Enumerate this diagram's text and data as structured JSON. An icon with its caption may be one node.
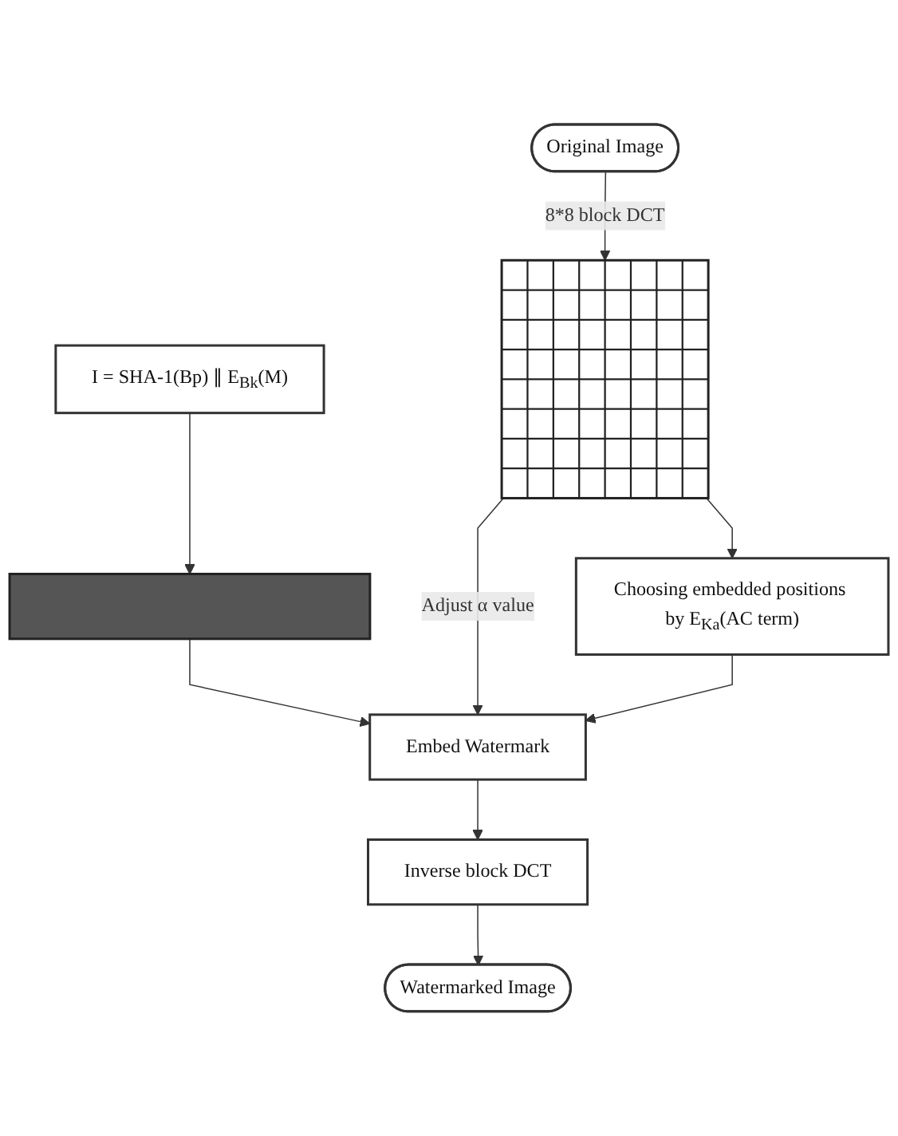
{
  "diagram": {
    "nodes": [
      {
        "text": [
          "Original Image"
        ]
      },
      {
        "text": [
          "I = SHA-1(Bp) ∥ E$_{Bk}$(M)"
        ]
      },
      {
        "text": [],
        "shape": "picture"
      },
      {
        "text": [],
        "shape": "bar"
      },
      {
        "text": [
          "Embed Watermark"
        ]
      },
      {
        "text": [
          "Choosing embedded positions by E$_{Ka}$(AC term)"
        ]
      },
      {
        "text": [
          "Inverse block DCT"
        ]
      },
      {
        "text": [
          "Watermarked Image"
        ]
      }
    ],
    "edges": [
      {
        "from": 0,
        "to": 2,
        "arrow": "to",
        "label": "8*8 block DCT"
      },
      {
        "from": 1,
        "to": 3,
        "arrow": "to"
      },
      {
        "from": 3,
        "to": 4,
        "arrow": "to"
      },
      {
        "from": 2,
        "to": 4,
        "arrow": "to",
        "label": "Adjust α value"
      },
      {
        "from": 2,
        "to": 5,
        "arrow": "to"
      },
      {
        "from": 5,
        "to": 4,
        "arrow": "to"
      },
      {
        "from": 4,
        "to": 6,
        "arrow": "to"
      },
      {
        "from": 6,
        "to": 7,
        "arrow": "to"
      }
    ]
  }
}
